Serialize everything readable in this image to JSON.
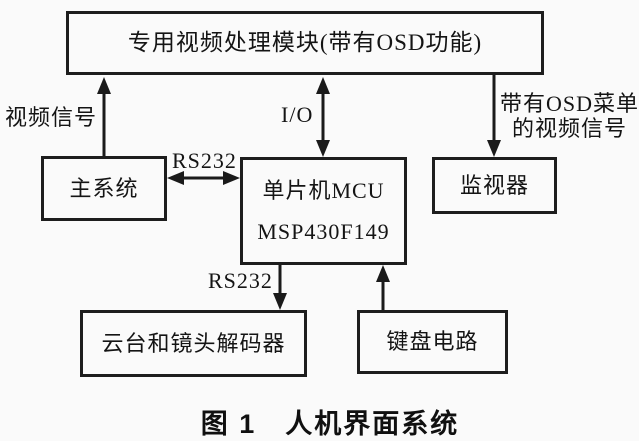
{
  "figure": {
    "caption": "图 1　人机界面系统"
  },
  "blocks": {
    "video_module": "专用视频处理模块(带有OSD功能)",
    "main_system": "主系统",
    "mcu_line1": "单片机MCU",
    "mcu_line2": "MSP430F149",
    "monitor": "监视器",
    "decoder": "云台和镜头解码器",
    "keyboard": "键盘电路"
  },
  "labels": {
    "video_signal": "视频信号",
    "io": "I/O",
    "osd_menu_line1": "带有OSD菜单",
    "osd_menu_line2": "的视频信号",
    "rs232_top": "RS232",
    "rs232_bottom": "RS232"
  },
  "colors": {
    "line": "#1a1a1a",
    "background": "#fafafa",
    "text": "#141414"
  }
}
